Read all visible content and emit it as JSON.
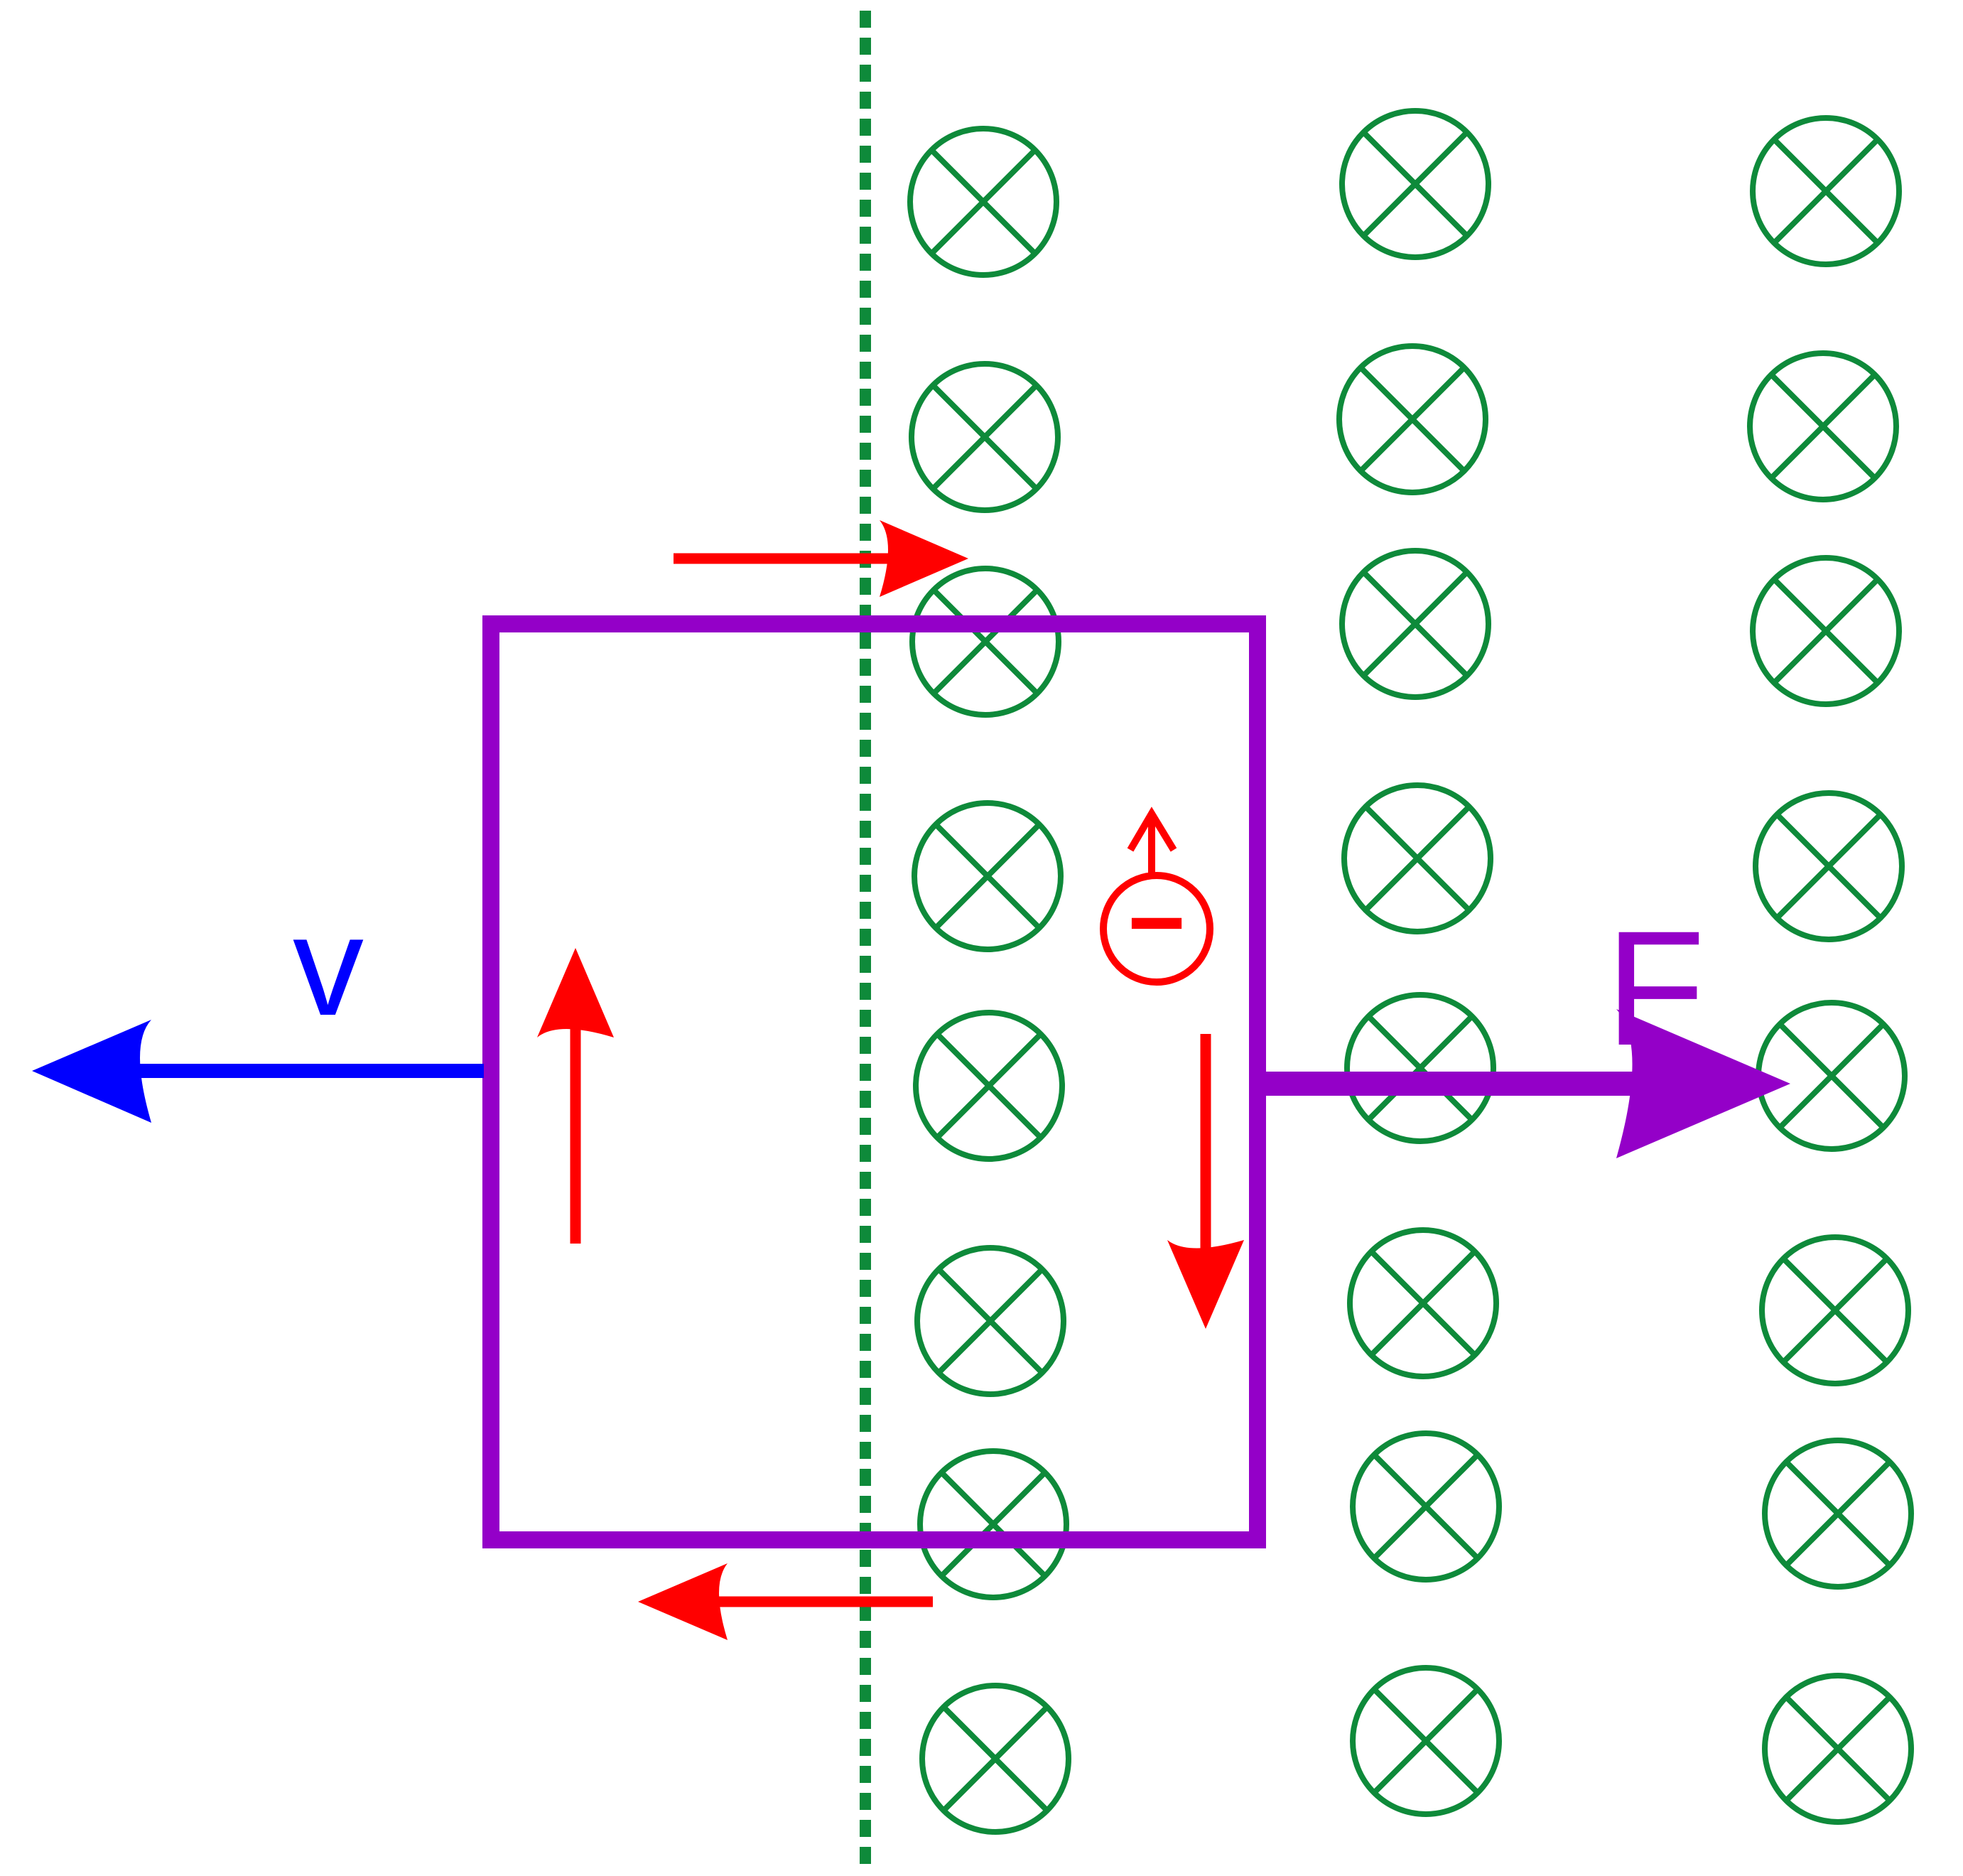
{
  "diagram": {
    "labels": {
      "velocity": "v",
      "force": "F",
      "charge_sign": "−"
    },
    "colors": {
      "field": "#0E8A3A",
      "loop": "#9400C8",
      "current": "#FF0000",
      "velocity": "#0000FF",
      "background": "#FFFFFF"
    },
    "field": {
      "direction": "into-page",
      "symbol": "⊗",
      "count": 24
    },
    "icons": [
      "field-into-page-icon",
      "electron-icon",
      "arrow-icon"
    ]
  }
}
